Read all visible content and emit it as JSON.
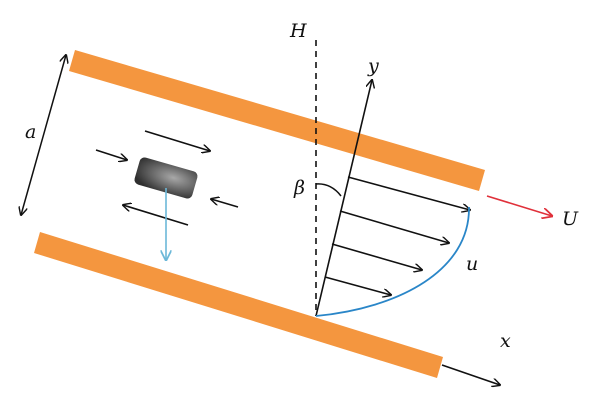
{
  "labels": {
    "height": "H",
    "gap_width": "a",
    "y_axis": "y",
    "x_axis": "x",
    "angle": "β",
    "velocity_profile": "u",
    "plate_velocity": "U"
  },
  "colors": {
    "plate": "#f4963f",
    "particle_dark": "#2f2f2f",
    "particle_light": "#a8a8a8",
    "profile_curve": "#2a86c8",
    "settling_arrow": "#6cb8d8",
    "velocity_arrow": "#e0303a",
    "ink": "#111111"
  }
}
